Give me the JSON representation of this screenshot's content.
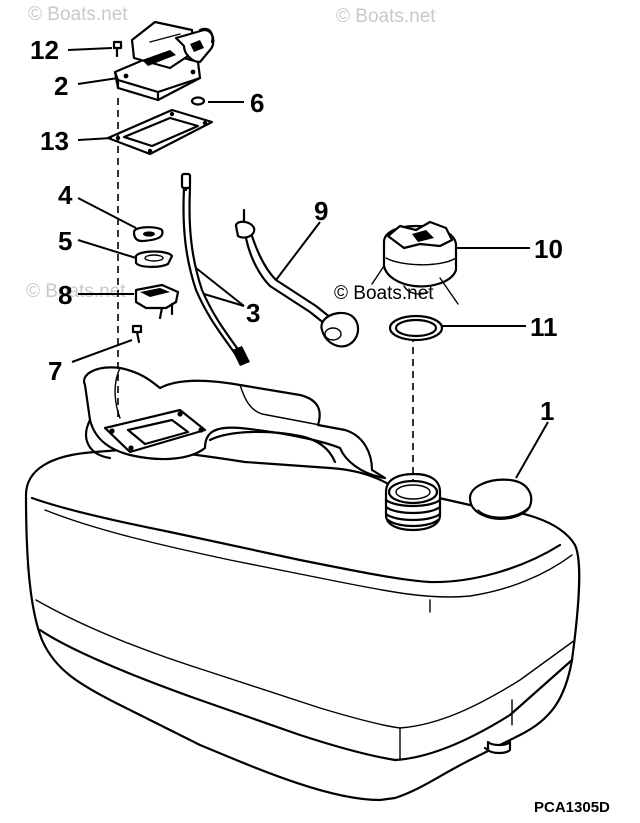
{
  "watermark": "© Boats.net",
  "drawing_code": "PCA1305D",
  "callouts": [
    {
      "id": "c12",
      "label": "12"
    },
    {
      "id": "c2",
      "label": "2"
    },
    {
      "id": "c6",
      "label": "6"
    },
    {
      "id": "c13",
      "label": "13"
    },
    {
      "id": "c4",
      "label": "4"
    },
    {
      "id": "c5",
      "label": "5"
    },
    {
      "id": "c8",
      "label": "8"
    },
    {
      "id": "c7",
      "label": "7"
    },
    {
      "id": "c3",
      "label": "3"
    },
    {
      "id": "c9",
      "label": "9"
    },
    {
      "id": "c10",
      "label": "10"
    },
    {
      "id": "c11",
      "label": "11"
    },
    {
      "id": "c1",
      "label": "1"
    }
  ]
}
